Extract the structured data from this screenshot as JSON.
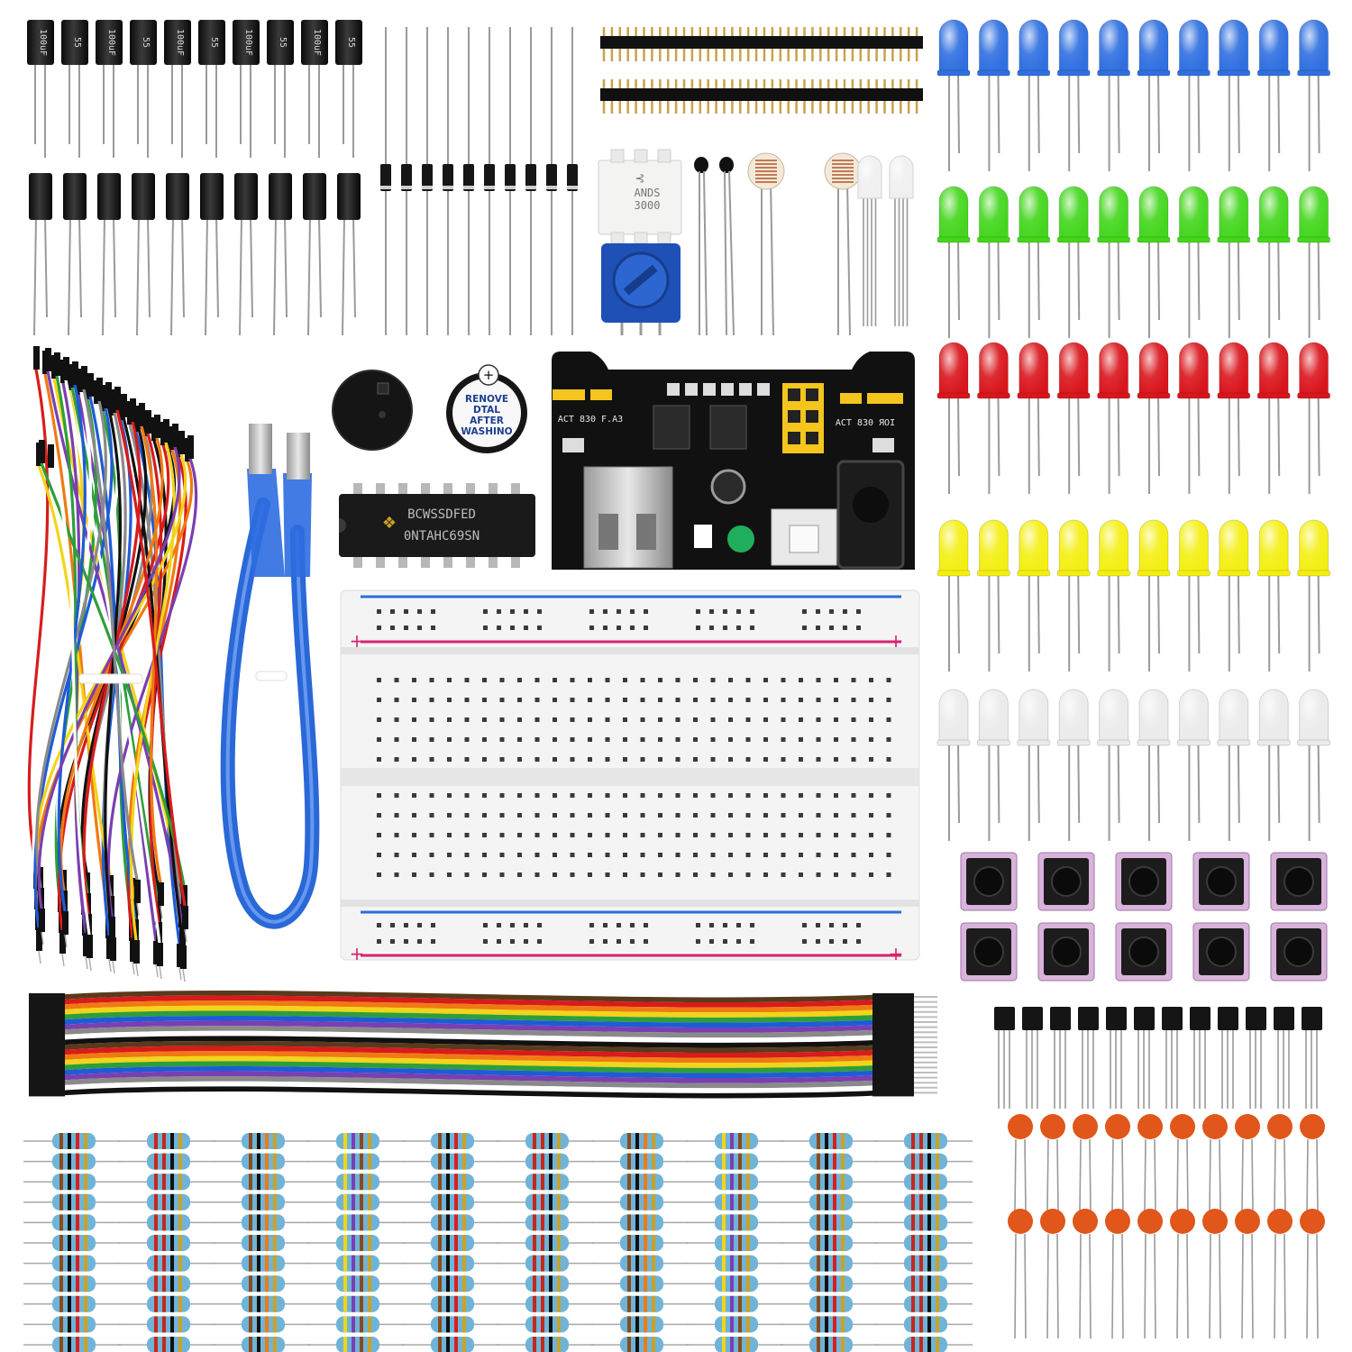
{
  "colors": {
    "background": "#ffffff",
    "led_blue": "#2f6fe0",
    "led_green": "#43d61c",
    "led_red": "#d9151c",
    "led_yellow": "#f4ef12",
    "led_white": "#ebebeb",
    "usb_cable": "#2a68d8",
    "breadboard": "#f4f4f4",
    "rail_blue": "#2a6fd6",
    "rail_red": "#d6246f",
    "power_board": "#111111",
    "jumper_yellow": "#f3c51d",
    "ceramic_cap": "#e0561b",
    "resistor_body": "#6fb4d8",
    "potentiometer": "#1f50b5"
  },
  "capacitors": {
    "top_row": [
      "100uF",
      "55",
      "100uF",
      "55",
      "100uF",
      "55",
      "100uF",
      "55",
      "100uF",
      "55"
    ]
  },
  "buzzer": {
    "sticker_lines": [
      "RENOVE",
      "DTAL",
      "AFTER",
      "WASHINO"
    ],
    "plus_sign": "+"
  },
  "ic_chip": {
    "line1": "BCWSSDFED",
    "line2": "0NTAHC69SN"
  },
  "optocoupler": {
    "line1": "ANDS",
    "line2": "3000"
  },
  "power_module": {
    "left_selector": "ACT  830 F.A3",
    "right_selector": "ACT  830  ЯOI"
  },
  "breadboard": {
    "rail_plus": "+",
    "rail_minus": "-"
  },
  "led_rows": [
    {
      "name": "blue",
      "count": 10
    },
    {
      "name": "green",
      "count": 10
    },
    {
      "name": "red",
      "count": 10
    },
    {
      "name": "yellow",
      "count": 10
    },
    {
      "name": "white",
      "count": 10
    }
  ],
  "dupont_colors": [
    "#5a3a1c",
    "#d81b1b",
    "#f07a12",
    "#f2d41a",
    "#2e9e3a",
    "#1e5bd6",
    "#7a3fb0",
    "#8a8a8a",
    "#ffffff",
    "#111111"
  ],
  "jumper_wire_colors": [
    "#d81b1b",
    "#f2d41a",
    "#2e9e3a",
    "#1e5bd6",
    "#111111",
    "#f07a12",
    "#7a3fb0",
    "#ffffff",
    "#8a8a8a"
  ]
}
